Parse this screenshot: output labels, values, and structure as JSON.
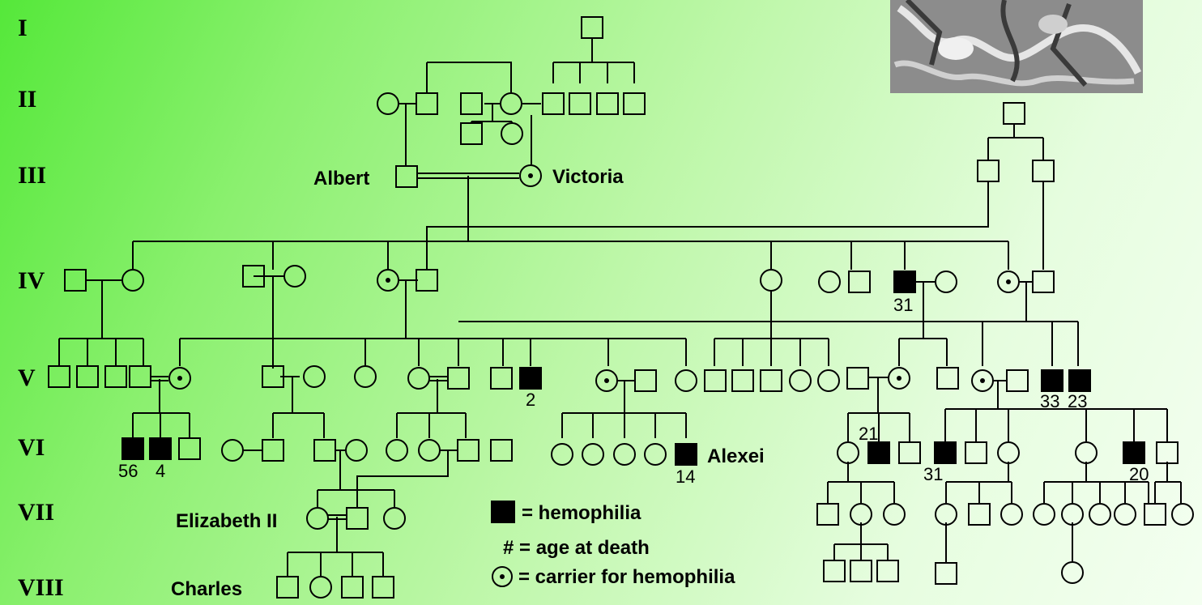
{
  "generations": [
    "I",
    "II",
    "III",
    "IV",
    "V",
    "VI",
    "VII",
    "VIII"
  ],
  "names": {
    "albert": "Albert",
    "victoria": "Victoria",
    "alexei": "Alexei",
    "elizabeth": "Elizabeth II",
    "charles": "Charles"
  },
  "ages": {
    "iv_31": "31",
    "v_2": "2",
    "v_33": "33",
    "v_23": "23",
    "vi_56": "56",
    "vi_4": "4",
    "vi_14": "14",
    "vi_21": "21",
    "vi_31": "31",
    "vi_20": "20"
  },
  "legend": {
    "hemophilia": "= hemophilia",
    "age_at_death": "# = age at death",
    "carrier": "= carrier for hemophilia"
  },
  "colors": {
    "affected": "#000000",
    "line": "#000000"
  }
}
